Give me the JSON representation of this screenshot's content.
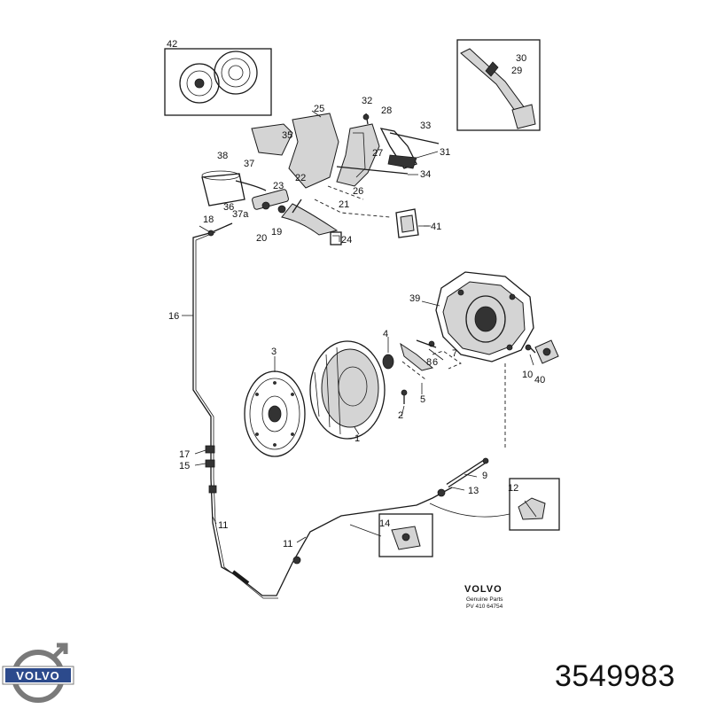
{
  "diagram": {
    "callouts": {
      "c42": "42",
      "c30": "30",
      "c29": "29",
      "c32": "32",
      "c25": "25",
      "c28": "28",
      "c33": "33",
      "c35": "35",
      "c27": "27",
      "c31": "31",
      "c38": "38",
      "c37": "37",
      "c22": "22",
      "c34": "34",
      "c23": "23",
      "c26": "26",
      "c36": "36",
      "c21": "21",
      "c37a": "37a",
      "c18": "18",
      "c41": "41",
      "c20": "20",
      "c19": "19",
      "c24": "24",
      "c16": "16",
      "c39": "39",
      "c4": "4",
      "c3": "3",
      "c8": "8",
      "c6": "6",
      "c7": "7",
      "c10": "10",
      "c40": "40",
      "c5": "5",
      "c2": "2",
      "c1": "1",
      "c17": "17",
      "c15": "15",
      "c9": "9",
      "c13": "13",
      "c12": "12",
      "c11a": "11",
      "c14": "14",
      "c11b": "11"
    },
    "stamp": {
      "brand": "VOLVO",
      "line1": "Genuine Parts",
      "line2": "PV 410 64754"
    }
  },
  "logo": {
    "text": "VOLVO"
  },
  "part_number": "3549983"
}
